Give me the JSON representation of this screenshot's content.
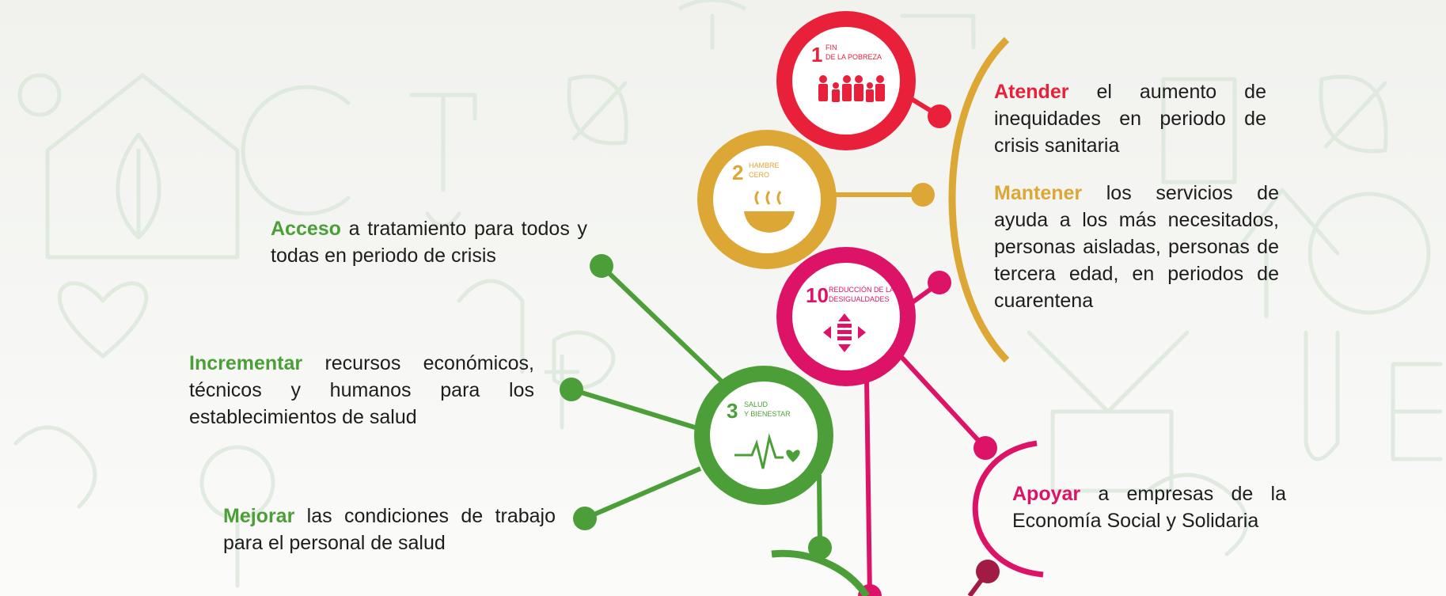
{
  "colors": {
    "red": "#e8203a",
    "gold": "#dda735",
    "magenta": "#dd1367",
    "green": "#4c9f38",
    "dark_red": "#a11b44"
  },
  "sdgs": [
    {
      "number": "1",
      "label_lines": [
        "FIN",
        "DE LA POBREZA"
      ],
      "icon": "family-icon",
      "color": "red"
    },
    {
      "number": "2",
      "label_lines": [
        "HAMBRE",
        "CERO"
      ],
      "icon": "food-bowl-icon",
      "color": "gold"
    },
    {
      "number": "10",
      "label_lines": [
        "REDUCCIÓN DE LAS",
        "DESIGUALDADES"
      ],
      "icon": "equality-arrows-icon",
      "color": "magenta"
    },
    {
      "number": "3",
      "label_lines": [
        "SALUD",
        "Y BIENESTAR"
      ],
      "icon": "heartbeat-icon",
      "color": "green"
    }
  ],
  "statements": {
    "atender": {
      "keyword": "Atender",
      "rest": " el aumento de inequidades en periodo de crisis sanitaria"
    },
    "mantener": {
      "keyword": "Mantener",
      "rest": " los servicios de ayuda a los más necesitados, personas aisladas, personas de tercera edad, en periodos de cuarentena"
    },
    "acceso": {
      "keyword": "Acceso",
      "rest": " a tratamiento para todos y todas en periodo de crisis"
    },
    "incrementar": {
      "keyword": "Incrementar",
      "rest": " recursos económicos, técnicos y humanos para los establecimientos de salud"
    },
    "mejorar": {
      "keyword": "Mejorar",
      "rest": " las condiciones de trabajo para el personal de salud"
    },
    "apoyar": {
      "keyword": "Apoyar",
      "rest": " a empresas de la Economía Social y Solidaria"
    }
  }
}
